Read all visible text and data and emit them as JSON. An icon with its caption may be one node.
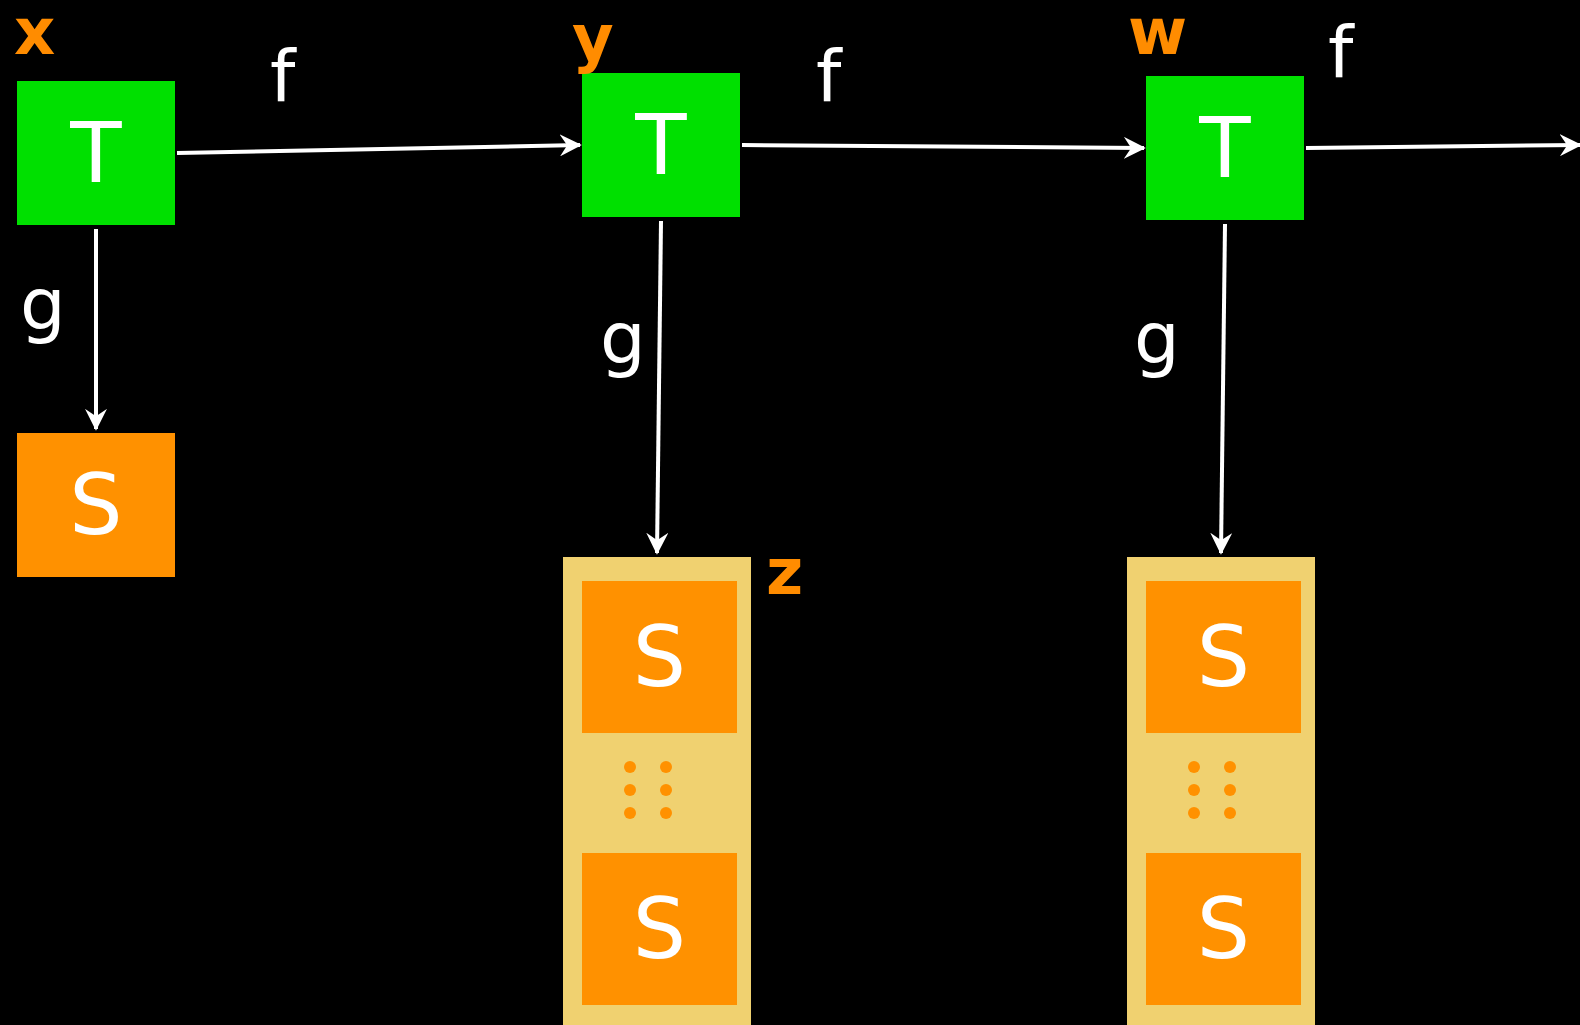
{
  "diagram": {
    "nodes": [
      {
        "text": [
          "T"
        ],
        "beside": [
          "x"
        ]
      },
      {
        "text": [
          "S"
        ]
      },
      {
        "text": [
          "T"
        ],
        "beside": [
          "y"
        ]
      },
      {
        "text": [],
        "shape": "box",
        "beside": [
          "z"
        ]
      },
      {
        "text": [
          "S"
        ],
        "in": 3
      },
      {
        "text": [
          "S"
        ],
        "in": 3
      },
      {
        "text": [
          "T"
        ],
        "beside": [
          "w"
        ]
      },
      {
        "text": [],
        "shape": "box"
      },
      {
        "text": [
          "S"
        ],
        "in": 7
      },
      {
        "text": [
          "S"
        ],
        "in": 7
      }
    ],
    "edges": [
      {
        "from": 0,
        "to": 2,
        "arrow": "to",
        "label": "f"
      },
      {
        "from": 2,
        "to": 6,
        "arrow": "to",
        "label": "f"
      },
      {
        "from": 6,
        "to": null,
        "arrow": "to",
        "label": "f"
      },
      {
        "from": 0,
        "to": 1,
        "arrow": "to",
        "label": "g"
      },
      {
        "from": 2,
        "to": 3,
        "arrow": "to",
        "label": "g"
      },
      {
        "from": 6,
        "to": 7,
        "arrow": "to",
        "label": "g"
      }
    ]
  }
}
